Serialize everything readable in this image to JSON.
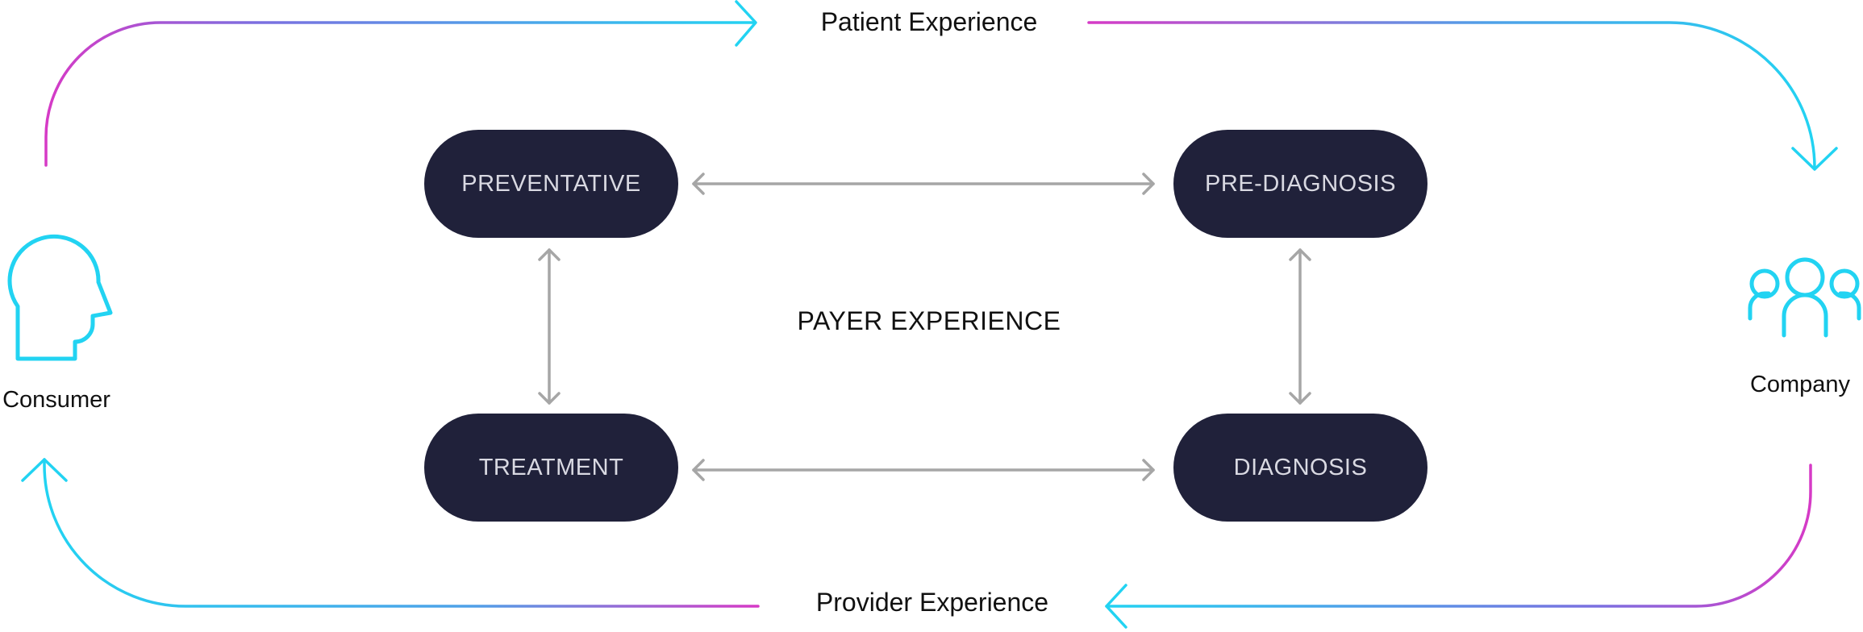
{
  "flows": {
    "top": "Patient Experience",
    "bottom": "Provider Experience"
  },
  "actors": {
    "left": {
      "label": "Consumer",
      "icon": "head-profile-icon"
    },
    "right": {
      "label": "Company",
      "icon": "people-group-icon"
    }
  },
  "center_label": "PAYER EXPERIENCE",
  "stages": {
    "preventative": "PREVENTATIVE",
    "pre_diagnosis": "PRE-DIAGNOSIS",
    "treatment": "TREATMENT",
    "diagnosis": "DIAGNOSIS"
  },
  "colors": {
    "pill_fill": "#20213a",
    "pill_text": "#d9d9e2",
    "connector": "#a6a6a6",
    "gradient_cyan": "#22d3f2",
    "gradient_magenta": "#d63ac6",
    "icon": "#22d3f2"
  }
}
